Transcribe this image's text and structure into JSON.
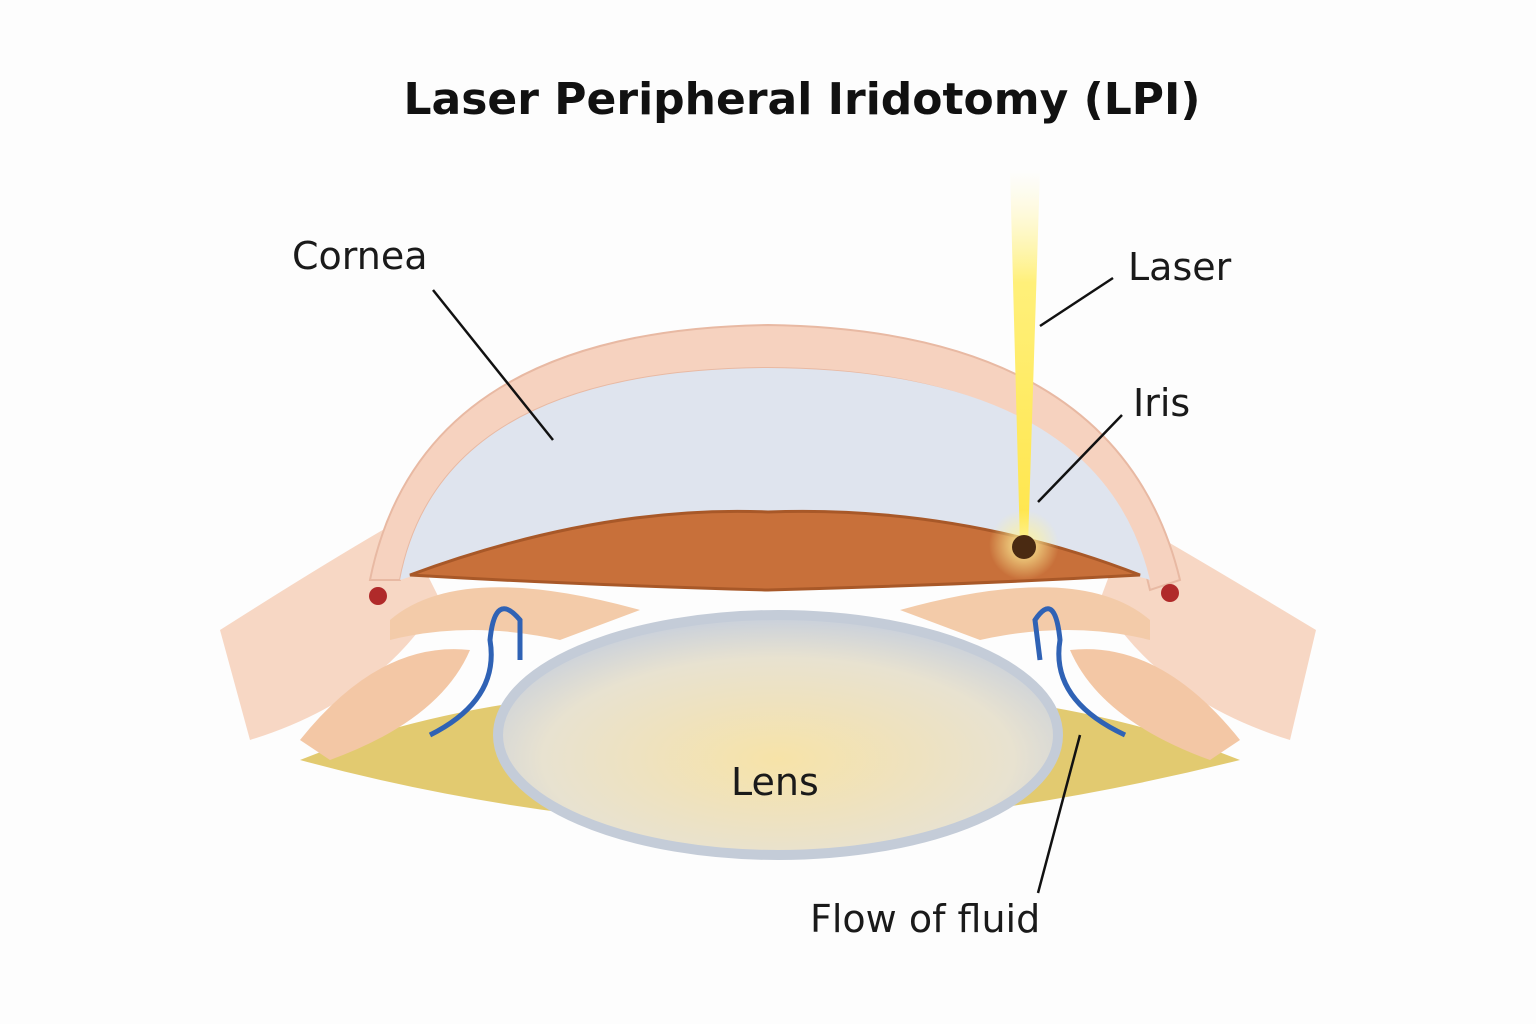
{
  "title": "Laser Peripheral Iridotomy (LPI)",
  "labels": {
    "cornea": "Cornea",
    "laser": "Laser",
    "iris": "Iris",
    "lens": "Lens",
    "flow": "Flow of fluid"
  },
  "colors": {
    "cornea": "#f6d2bf",
    "iris": "#c8703a",
    "lens": "#dfe3ea",
    "laser": "#fff07a",
    "flow": "#2f62b5"
  }
}
